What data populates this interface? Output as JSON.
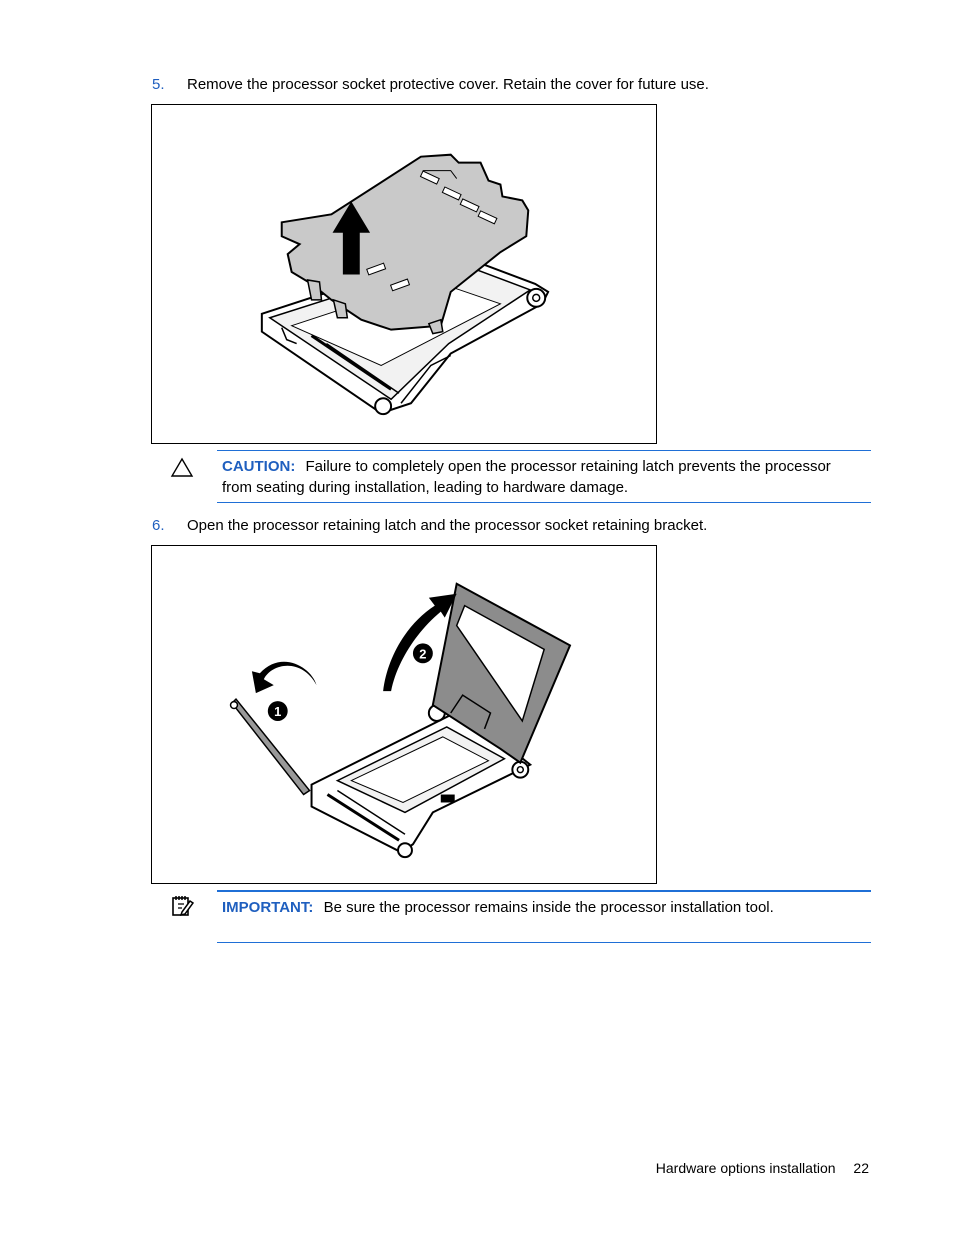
{
  "steps": [
    {
      "number": "5.",
      "text": "Remove the processor socket protective cover. Retain the cover for future use."
    },
    {
      "number": "6.",
      "text": "Open the processor retaining latch and the processor socket retaining bracket."
    }
  ],
  "caution": {
    "label": "CAUTION:",
    "text": "Failure to completely open the processor retaining latch prevents the processor from seating during installation, leading to hardware damage.",
    "icon": "warning-triangle-icon"
  },
  "important": {
    "label": "IMPORTANT:",
    "text": "Be sure the processor remains inside the processor installation tool.",
    "icon": "notepad-pencil-icon"
  },
  "figure2": {
    "callout1": "1",
    "callout2": "2"
  },
  "footer": {
    "section": "Hardware options installation",
    "page": "22"
  },
  "colors": {
    "accent": "#1f5fbf",
    "rule": "#1f6fd6"
  }
}
